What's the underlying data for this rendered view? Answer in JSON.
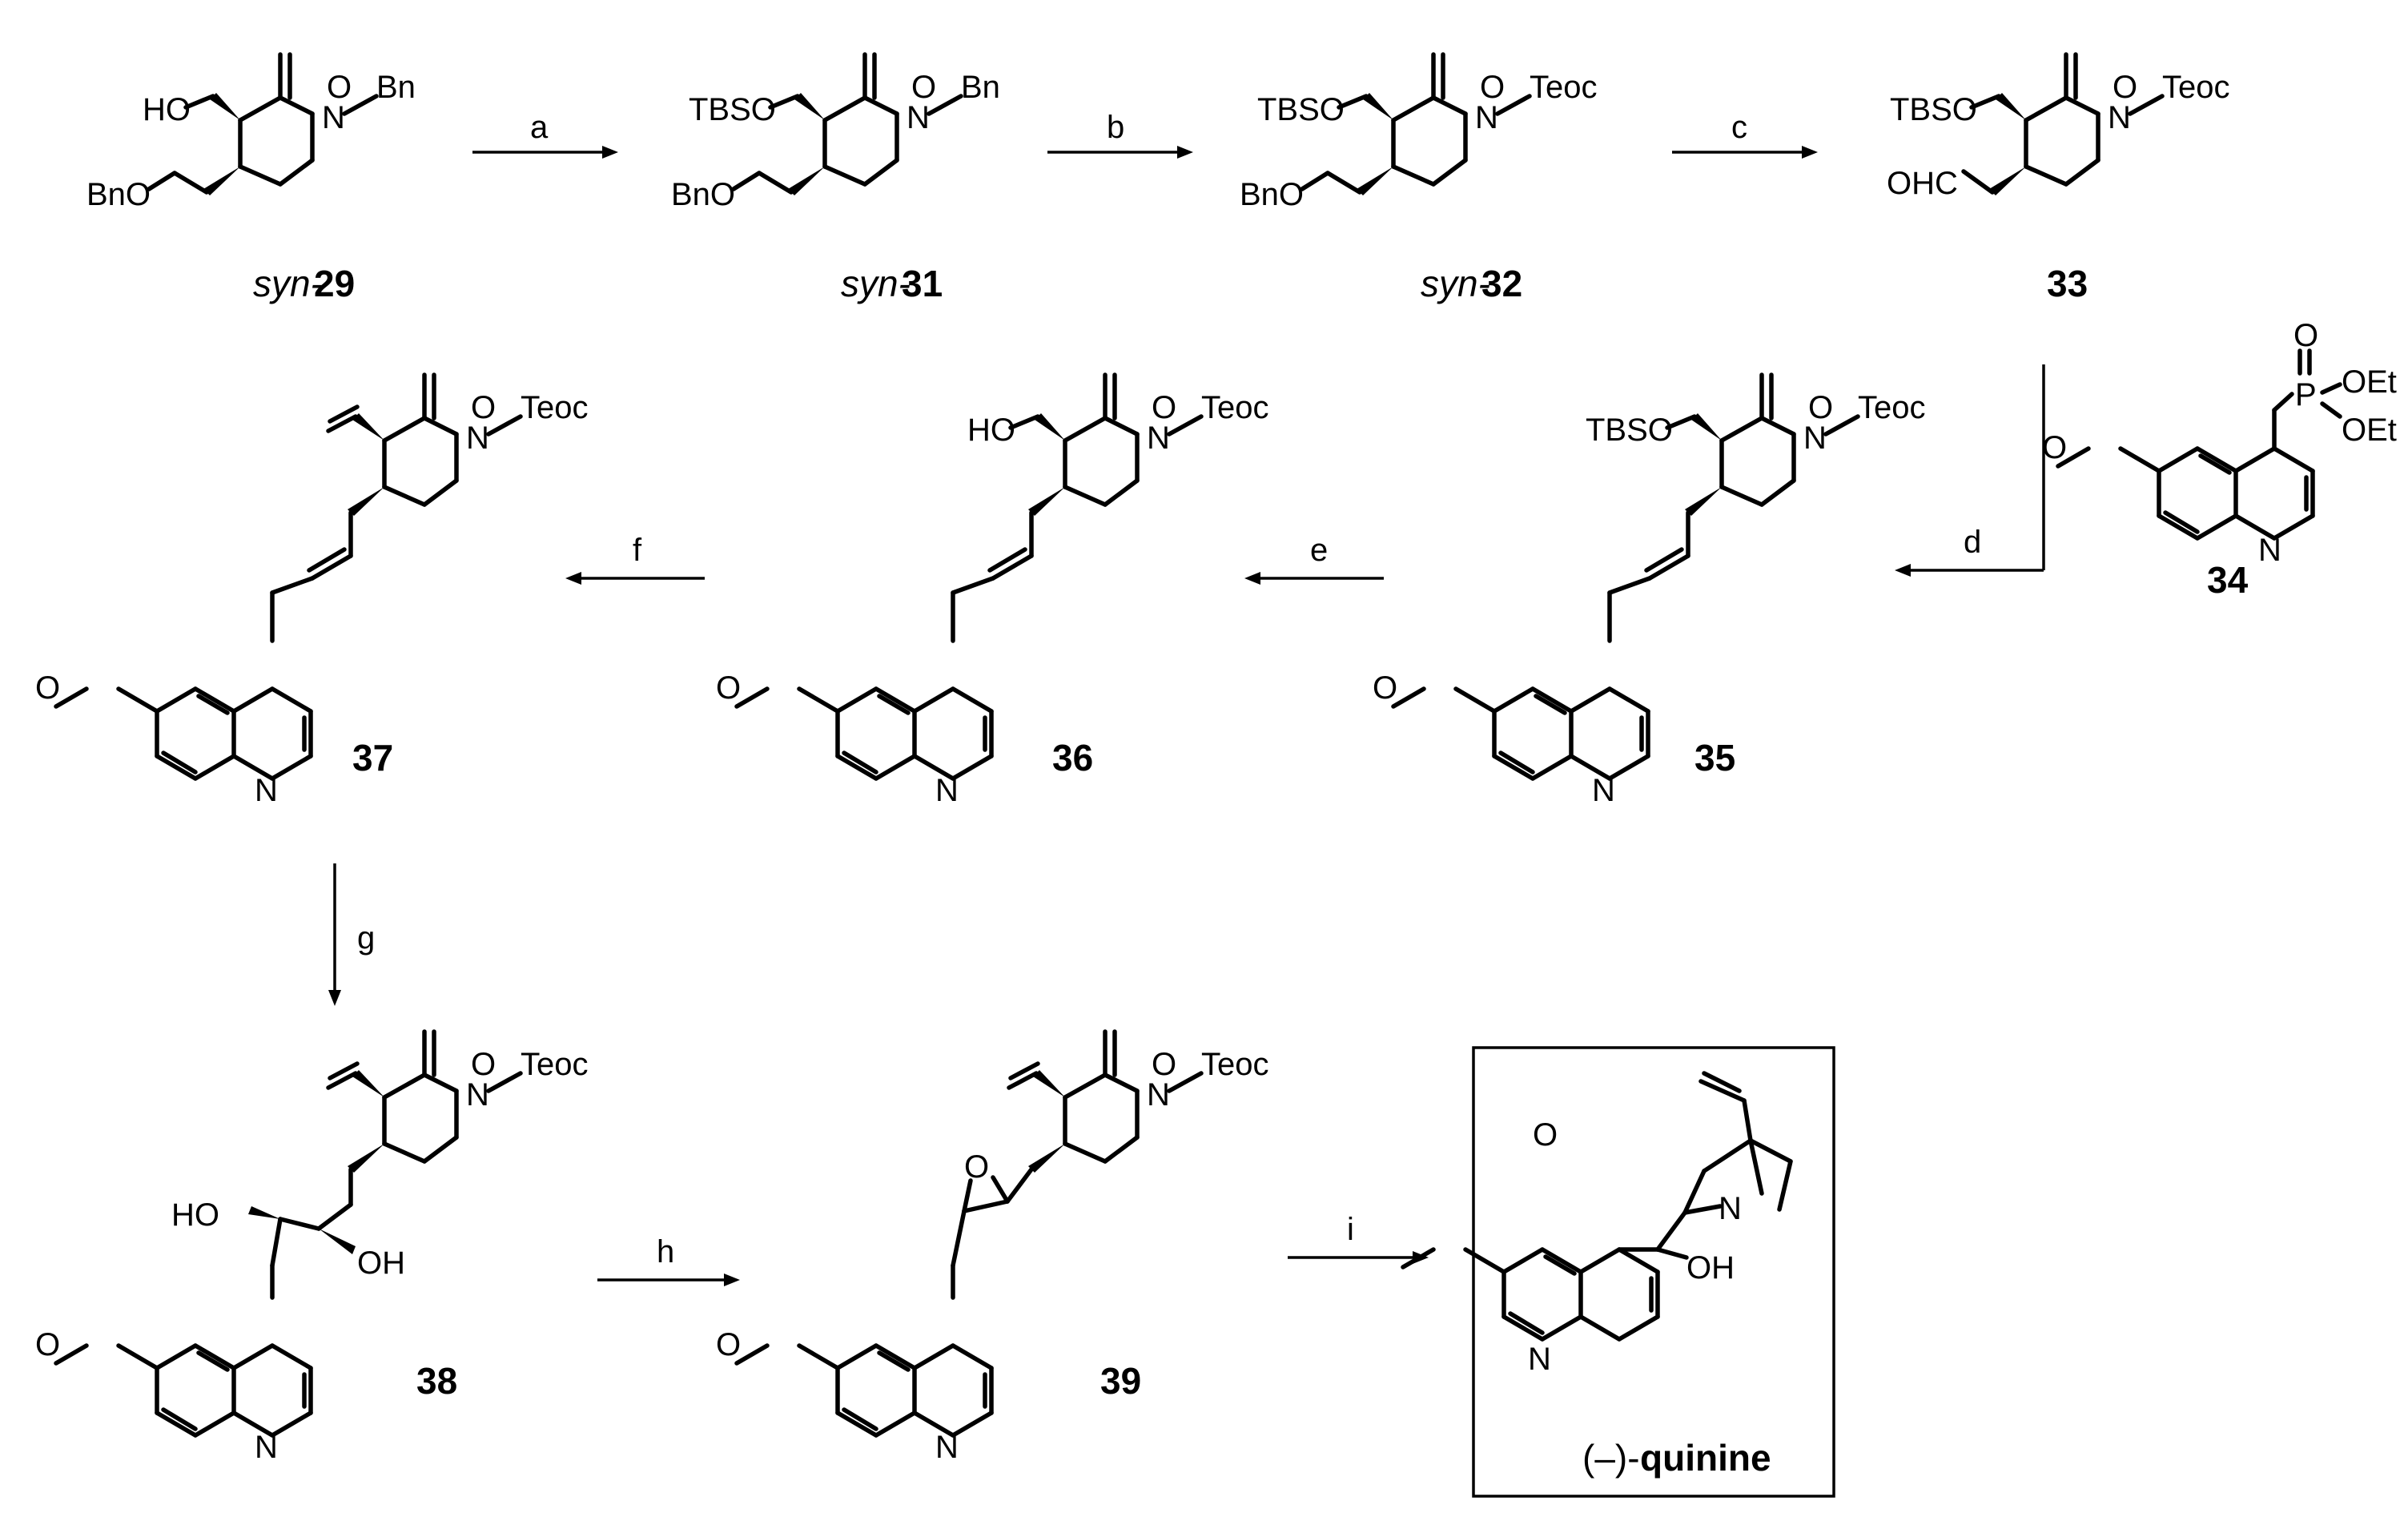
{
  "title": "",
  "atoms": {
    "O": "O",
    "N": "N",
    "Bn": "Bn",
    "Teoc": "Teoc",
    "HO": "HO",
    "OH": "OH",
    "BnO": "BnO",
    "TBSO": "TBSO",
    "OHC": "OHC",
    "P": "P",
    "OEt": "OEt"
  },
  "compounds": {
    "c29": {
      "prefix": "syn-",
      "number": "29"
    },
    "c31": {
      "prefix": "syn-",
      "number": "31"
    },
    "c32": {
      "prefix": "syn-",
      "number": "32"
    },
    "c33": {
      "number": "33"
    },
    "c34": {
      "number": "34"
    },
    "c35": {
      "number": "35"
    },
    "c36": {
      "number": "36"
    },
    "c37": {
      "number": "37"
    },
    "c38": {
      "number": "38"
    },
    "c39": {
      "number": "39"
    },
    "quinine": {
      "prefix": "(–)-",
      "name": "quinine"
    }
  },
  "steps": {
    "a": "a",
    "b": "b",
    "c": "c",
    "d": "d",
    "e": "e",
    "f": "f",
    "g": "g",
    "h": "h",
    "i": "i"
  }
}
